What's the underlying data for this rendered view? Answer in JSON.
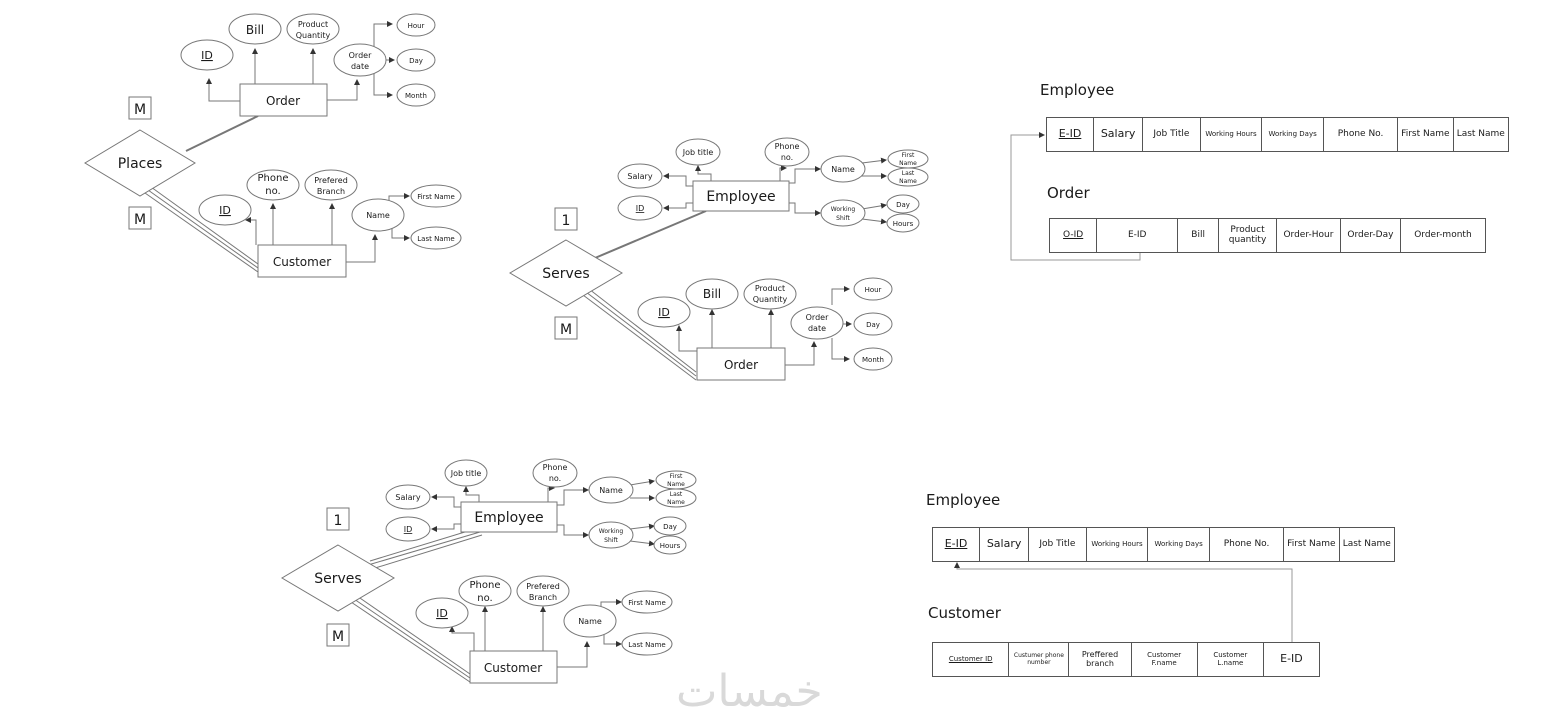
{
  "diagram1": {
    "relationship": "Places",
    "card_top": "M",
    "card_bottom": "M",
    "entity_top": "Order",
    "entity_bottom": "Customer",
    "order_attrs": {
      "id": "ID",
      "bill": "Bill",
      "pq1": "Product",
      "pq2": "Quantity",
      "od1": "Order",
      "od2": "date",
      "hour": "Hour",
      "day": "Day",
      "month": "Month"
    },
    "customer_attrs": {
      "id": "ID",
      "ph1": "Phone",
      "ph2": "no.",
      "pb1": "Prefered",
      "pb2": "Branch",
      "name": "Name",
      "first": "First Name",
      "last": "Last Name"
    }
  },
  "diagram2": {
    "relationship": "Serves",
    "card_top": "1",
    "card_bottom": "M",
    "entity_top": "Employee",
    "entity_bottom": "Order",
    "employee_attrs": {
      "job": "Job title",
      "salary": "Salary",
      "id": "ID",
      "ph1": "Phone",
      "ph2": "no.",
      "name": "Name",
      "first1": "First",
      "first2": "Name",
      "last1": "Last",
      "last2": "Name",
      "ws1": "Working",
      "ws2": "Shift",
      "day": "Day",
      "hours": "Hours"
    },
    "order_attrs": {
      "id": "ID",
      "bill": "Bill",
      "pq1": "Product",
      "pq2": "Quantity",
      "od1": "Order",
      "od2": "date",
      "hour": "Hour",
      "day": "Day",
      "month": "Month"
    }
  },
  "diagram3": {
    "relationship": "Serves",
    "card_top": "1",
    "card_bottom": "M",
    "entity_top": "Employee",
    "entity_bottom": "Customer",
    "employee_attrs": {
      "job": "Job title",
      "salary": "Salary",
      "id": "ID",
      "ph1": "Phone",
      "ph2": "no.",
      "name": "Name",
      "first1": "First",
      "first2": "Name",
      "last1": "Last",
      "last2": "Name",
      "ws1": "Working",
      "ws2": "Shift",
      "day": "Day",
      "hours": "Hours"
    },
    "customer_attrs": {
      "id": "ID",
      "ph1": "Phone",
      "ph2": "no.",
      "pb1": "Prefered",
      "pb2": "Branch",
      "name": "Name",
      "first": "First Name",
      "last": "Last Name"
    }
  },
  "schema1": {
    "employee_title": "Employee",
    "employee_cols": [
      "E-ID",
      "Salary",
      "Job Title",
      "Working Hours",
      "Working Days",
      "Phone No.",
      "First Name",
      "Last Name"
    ],
    "order_title": "Order",
    "order_cols": [
      "O-ID",
      "E-ID",
      "Bill",
      "Product quantity",
      "Order-Hour",
      "Order-Day",
      "Order-month"
    ]
  },
  "schema2": {
    "employee_title": "Employee",
    "employee_cols": [
      "E-ID",
      "Salary",
      "Job Title",
      "Working Hours",
      "Working Days",
      "Phone No.",
      "First Name",
      "Last Name"
    ],
    "customer_title": "Customer",
    "customer_cols": [
      "Customer ID",
      "Custumer phone number",
      "Preffered branch",
      "Customer F.name",
      "Customer L.name",
      "E-ID"
    ]
  },
  "watermark": "خمسات"
}
